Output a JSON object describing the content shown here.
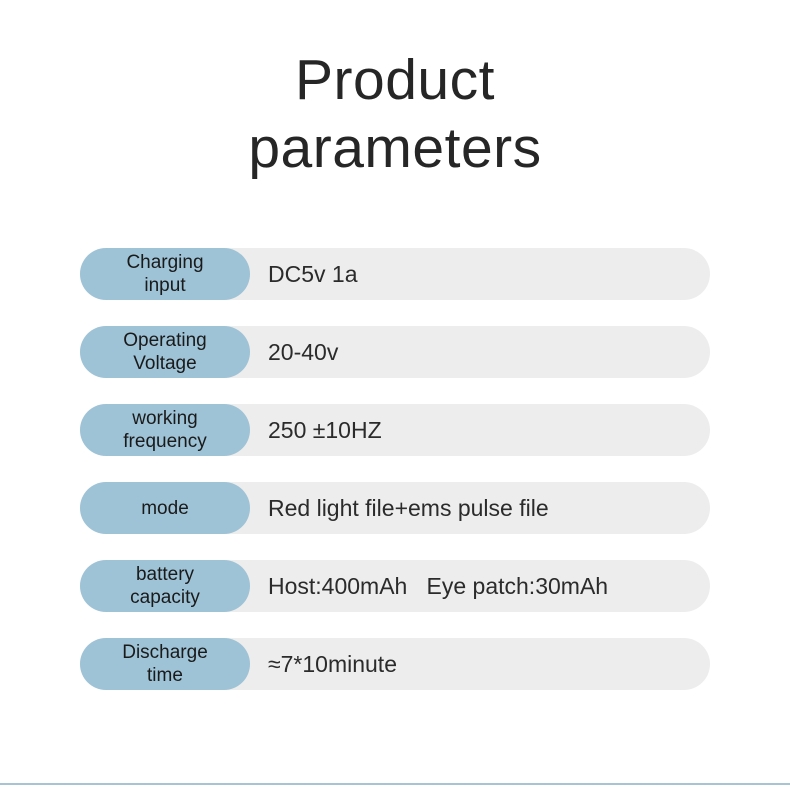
{
  "page": {
    "background_color": "#ffffff",
    "title": "Product\nparameters",
    "title_color": "#262626"
  },
  "theme": {
    "label_pill_color": "#9ec3d6",
    "row_background_color": "#ededed",
    "value_text_color": "#2b2b2b",
    "bottom_rule_color": "#a8c4d4"
  },
  "spec_table": {
    "rows": [
      {
        "key": "charging-input",
        "label": "Charging\ninput",
        "value": "DC5v 1a"
      },
      {
        "key": "operating-voltage",
        "label": "Operating\nVoltage",
        "value": "20-40v"
      },
      {
        "key": "working-frequency",
        "label": "working\nfrequency",
        "value": "250 ±10HZ"
      },
      {
        "key": "mode",
        "label": "mode",
        "value": "Red light file+ems pulse file"
      },
      {
        "key": "battery-capacity",
        "label": "battery\ncapacity",
        "value": "Host:400mAh   Eye patch:30mAh"
      },
      {
        "key": "discharge-time",
        "label": "Discharge\ntime",
        "value": "≈7*10minute"
      }
    ]
  }
}
